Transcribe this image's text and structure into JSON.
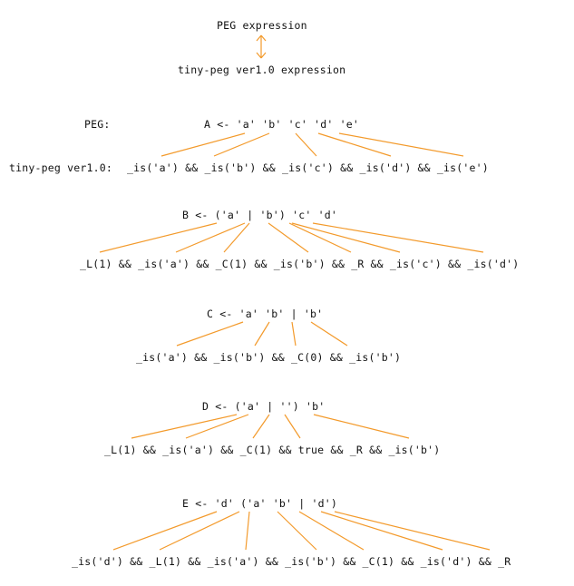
{
  "header": {
    "top": "PEG expression",
    "bottom": "tiny-peg ver1.0 expression"
  },
  "labels": {
    "peg": "PEG:",
    "tinypeg": "tiny-peg ver1.0:"
  },
  "rules": [
    {
      "peg": "A <- 'a' 'b' 'c' 'd' 'e'",
      "tiny": "_is('a') && _is('b') && _is('c') && _is('d') && _is('e')"
    },
    {
      "peg": "B <- ('a' | 'b') 'c' 'd'",
      "tiny": "_L(1) && _is('a') && _C(1) && _is('b') && _R && _is('c') && _is('d')"
    },
    {
      "peg": "C <- 'a' 'b' | 'b'",
      "tiny": "_is('a') && _is('b') && _C(0) && _is('b')"
    },
    {
      "peg": "D <- ('a' | '') 'b'",
      "tiny": "_L(1) && _is('a') && _C(1) && true && _R && _is('b')"
    },
    {
      "peg": "E <- 'd' ('a' 'b' | 'd')",
      "tiny": "_is('d') && _L(1) && _is('a') && _is('b') && _C(1) && _is('d') && _R"
    }
  ],
  "colors": {
    "connector": "#f39a2b",
    "text": "#111111"
  }
}
